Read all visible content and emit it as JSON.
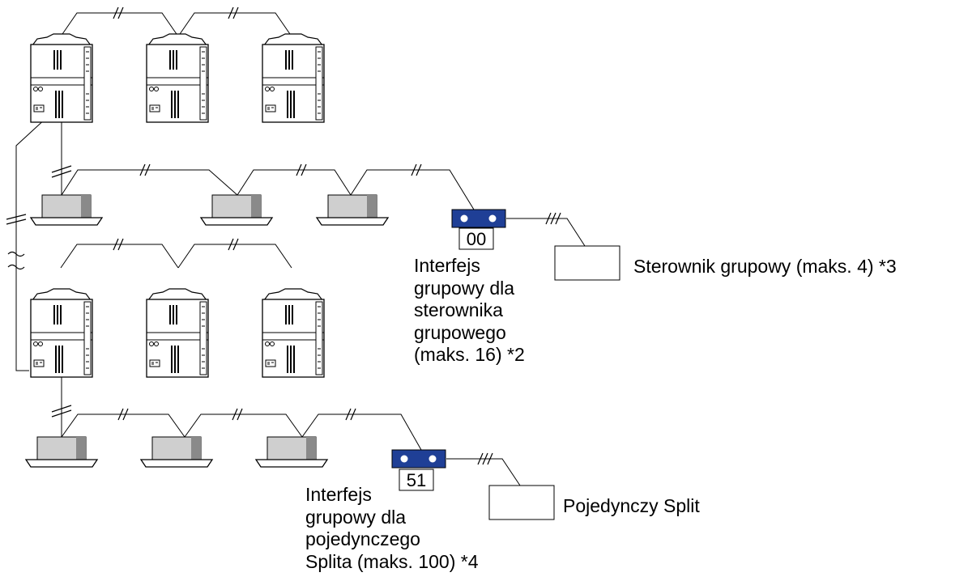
{
  "diagram": {
    "interface_upper": {
      "address": "00",
      "label_lines": [
        "Interfejs",
        "grupowy dla",
        "sterownika",
        "grupowego",
        "(maks. 16) *2"
      ]
    },
    "interface_lower": {
      "address": "51",
      "label_lines": [
        "Interfejs",
        "grupowy dla",
        "pojedynczego",
        "Splita (maks. 100) *4"
      ]
    },
    "group_controller": {
      "label": "Sterownik grupowy (maks. 4) *3"
    },
    "single_split": {
      "label": "Pojedynczy Split"
    },
    "colors": {
      "line": "#000000",
      "interface_fill": "#1f3f96",
      "indoor_unit_fill": "#cfcfcf",
      "indoor_unit_shade": "#8a8a8a"
    }
  }
}
